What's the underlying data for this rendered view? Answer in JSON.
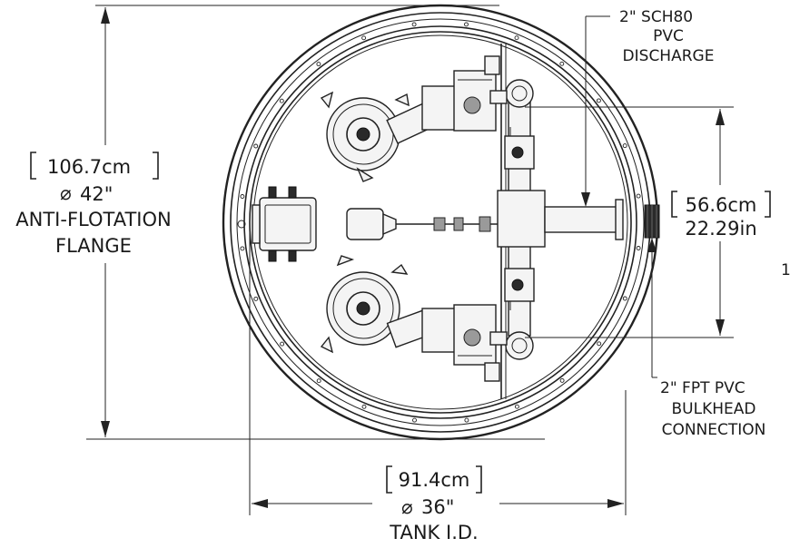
{
  "labels": {
    "flange_metric": "106.7cm",
    "flange_diameter": "42\"",
    "flange_name_line1": "ANTI-FLOTATION",
    "flange_name_line2": "FLANGE",
    "discharge_line1": "2\" SCH80",
    "discharge_line2": "PVC",
    "discharge_line3": "DISCHARGE",
    "spacing_metric": "56.6cm",
    "spacing_imperial": "22.29in",
    "bulkhead_line1": "2\" FPT PVC",
    "bulkhead_line2": "BULKHEAD",
    "bulkhead_line3": "CONNECTION",
    "tank_metric": "91.4cm",
    "tank_diameter": "36\"",
    "tank_name": "TANK I.D.",
    "edge_mark": "1"
  },
  "symbols": {
    "diameter": "⌀"
  }
}
